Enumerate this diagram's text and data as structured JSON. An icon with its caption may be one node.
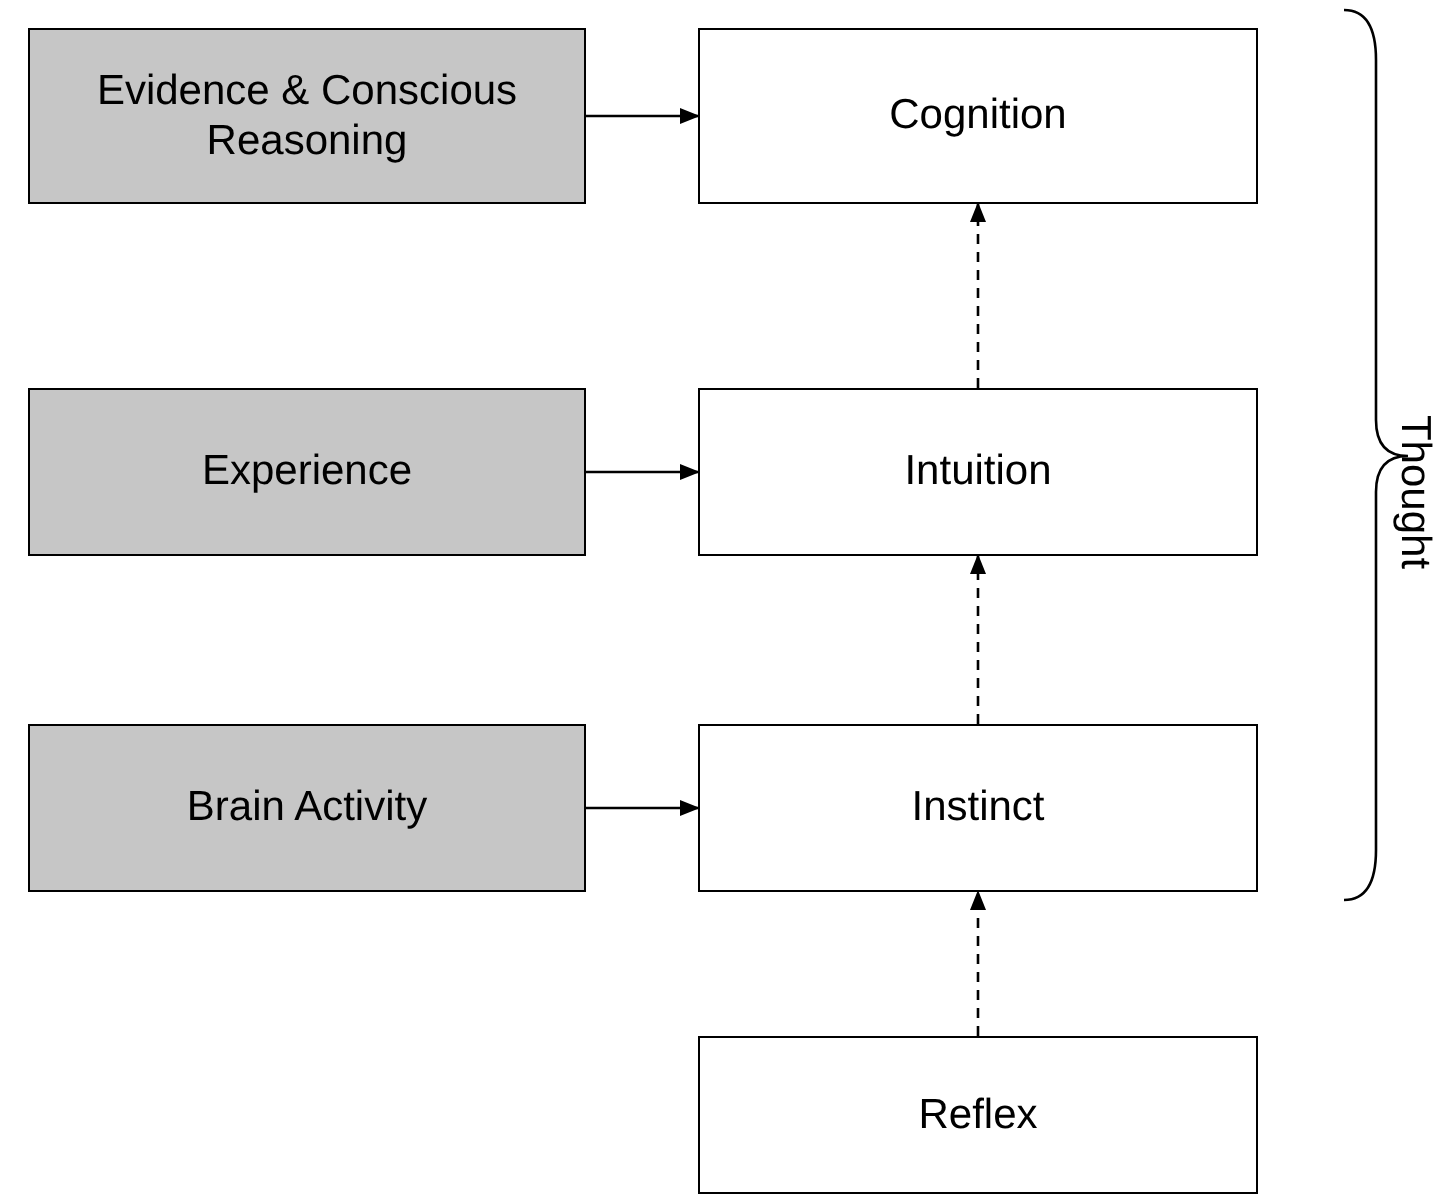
{
  "diagram": {
    "nodes": [
      {
        "text": [
          "Evidence & Conscious Reasoning"
        ]
      },
      {
        "text": [
          "Cognition"
        ]
      },
      {
        "text": [
          "Experience"
        ]
      },
      {
        "text": [
          "Intuition"
        ]
      },
      {
        "text": [
          "Brain Activity"
        ]
      },
      {
        "text": [
          "Instinct"
        ]
      },
      {
        "text": [
          "Reflex"
        ]
      }
    ],
    "edges": [
      {
        "from": 0,
        "to": 1,
        "arrow": "to"
      },
      {
        "from": 3,
        "to": 1,
        "arrow": "to",
        "style": "dashed"
      },
      {
        "from": 2,
        "to": 3,
        "arrow": "to"
      },
      {
        "from": 5,
        "to": 3,
        "arrow": "to",
        "style": "dashed"
      },
      {
        "from": 4,
        "to": 5,
        "arrow": "to"
      },
      {
        "from": 6,
        "to": 5,
        "arrow": "to",
        "style": "dashed"
      }
    ],
    "labels": [
      "Thought"
    ]
  }
}
